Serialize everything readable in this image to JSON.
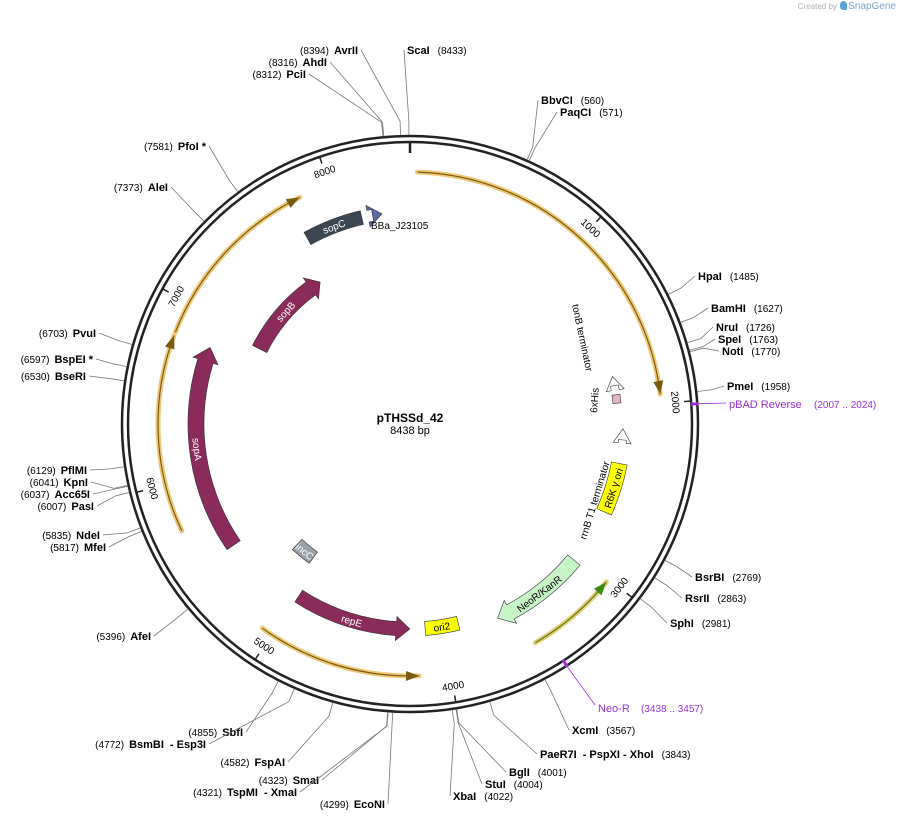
{
  "branding": {
    "created_by": "Created by",
    "product": "SnapGene"
  },
  "plasmid": {
    "name": "pTHSSd_42",
    "length_label": "8438 bp",
    "length": 8438
  },
  "ruler": [
    "1000",
    "2000",
    "3000",
    "4000",
    "5000",
    "6000",
    "7000",
    "8000"
  ],
  "colors": {
    "backbone": "#222222",
    "orf_fill": "#f0c878",
    "orf_line": "#7a5a10",
    "green_line": "#3a8a10",
    "sop": "#8b2b5c",
    "sopC": "#3b4652",
    "incC": "#9aa3ab",
    "yellow": "#ffff00",
    "neo": "#c8f5c8",
    "primer": "#9b30d9",
    "promoter": "#5a6aa8"
  },
  "features": [
    {
      "name": "sopA",
      "type": "cds"
    },
    {
      "name": "sopB",
      "type": "cds"
    },
    {
      "name": "sopC",
      "type": "misc"
    },
    {
      "name": "incC",
      "type": "misc"
    },
    {
      "name": "repE",
      "type": "cds"
    },
    {
      "name": "ori2",
      "type": "origin"
    },
    {
      "name": "NeoR/KanR",
      "type": "cds"
    },
    {
      "name": "R6K γ ori",
      "type": "origin"
    },
    {
      "name": "rrnB T1 terminator",
      "type": "terminator"
    },
    {
      "name": "6xHis",
      "type": "tag"
    },
    {
      "name": "tonB terminator",
      "type": "terminator"
    },
    {
      "name": "BBa_J23105",
      "type": "promoter"
    }
  ],
  "sites": [
    {
      "name": "ScaI",
      "pos": "(8433)"
    },
    {
      "name": "AvrII",
      "pos": "(8394)"
    },
    {
      "name": "AhdI",
      "pos": "(8316)"
    },
    {
      "name": "PciI",
      "pos": "(8312)"
    },
    {
      "name": "PfoI *",
      "pos": "(7581)"
    },
    {
      "name": "AleI",
      "pos": "(7373)"
    },
    {
      "name": "PvuI",
      "pos": "(6703)"
    },
    {
      "name": "BspEI *",
      "pos": "(6597)"
    },
    {
      "name": "BseRI",
      "pos": "(6530)"
    },
    {
      "name": "PflMI",
      "pos": "(6129)"
    },
    {
      "name": "KpnI",
      "pos": "(6041)"
    },
    {
      "name": "Acc65I",
      "pos": "(6037)"
    },
    {
      "name": "PasI",
      "pos": "(6007)"
    },
    {
      "name": "NdeI",
      "pos": "(5835)"
    },
    {
      "name": "MfeI",
      "pos": "(5817)"
    },
    {
      "name": "AfeI",
      "pos": "(5396)"
    },
    {
      "name": "SbfI",
      "pos": "(4855)"
    },
    {
      "name": "BsmBI",
      "pos": "(4772)",
      "extra": "- Esp3I"
    },
    {
      "name": "FspAI",
      "pos": "(4582)"
    },
    {
      "name": "SmaI",
      "pos": "(4323)"
    },
    {
      "name": "TspMI",
      "pos": "(4321)",
      "extra": "- XmaI"
    },
    {
      "name": "EcoNI",
      "pos": "(4299)"
    },
    {
      "name": "XbaI",
      "pos": "(4022)"
    },
    {
      "name": "StuI",
      "pos": "(4004)"
    },
    {
      "name": "BglI",
      "pos": "(4001)"
    },
    {
      "name": "PaeR7I",
      "pos": "(3843)",
      "extra": "- PspXI   - XhoI"
    },
    {
      "name": "XcmI",
      "pos": "(3567)"
    },
    {
      "name": "SphI",
      "pos": "(2981)"
    },
    {
      "name": "RsrII",
      "pos": "(2863)"
    },
    {
      "name": "BsrBI",
      "pos": "(2769)"
    },
    {
      "name": "PmeI",
      "pos": "(1958)"
    },
    {
      "name": "NotI",
      "pos": "(1770)"
    },
    {
      "name": "SpeI",
      "pos": "(1763)"
    },
    {
      "name": "NruI",
      "pos": "(1726)"
    },
    {
      "name": "BamHI",
      "pos": "(1627)"
    },
    {
      "name": "HpaI",
      "pos": "(1485)"
    },
    {
      "name": "PaqCI",
      "pos": "(571)"
    },
    {
      "name": "BbvCI",
      "pos": "(560)"
    }
  ],
  "primers": [
    {
      "name": "pBAD Reverse",
      "range": "(2007 .. 2024)"
    },
    {
      "name": "Neo-R",
      "range": "(3438 .. 3457)"
    }
  ]
}
